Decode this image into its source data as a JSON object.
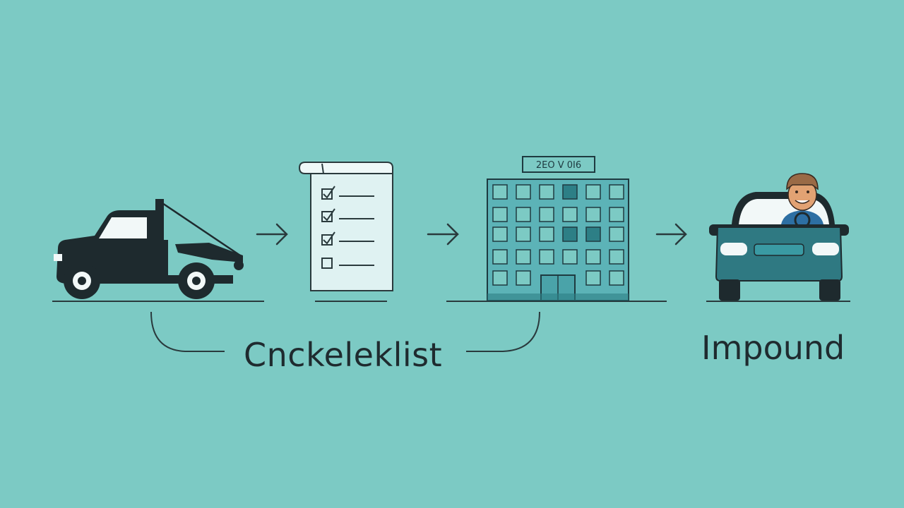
{
  "steps": [
    {
      "icon": "tow-truck-icon"
    },
    {
      "icon": "checklist-document-icon"
    },
    {
      "icon": "impound-building-icon",
      "sign": "2EO V 0I6"
    },
    {
      "icon": "car-with-driver-icon"
    }
  ],
  "arrows": {
    "icon": "right-arrow-icon",
    "count": 3
  },
  "labels": {
    "checklist": "Cnckeleklist",
    "impound": "Impound"
  },
  "colors": {
    "background": "#7ccac4",
    "ink": "#1f2b2f",
    "building": "#5cb3b7",
    "building_dark": "#2d7f86",
    "car_body": "#2f7982",
    "paper": "#dff2f2"
  }
}
